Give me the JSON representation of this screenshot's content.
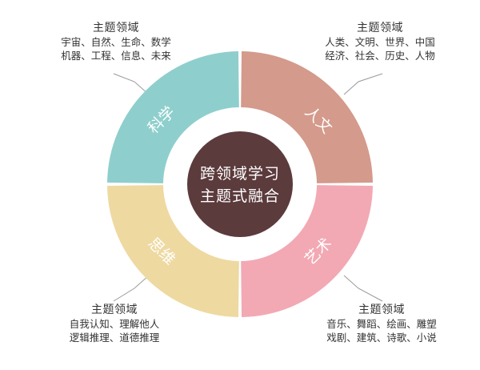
{
  "center": {
    "line1": "跨领域学习",
    "line2": "主题式融合"
  },
  "segments": {
    "science": {
      "label": "科学",
      "color": "#8ecfcd"
    },
    "humanities": {
      "label": "人文",
      "color": "#d49a8b"
    },
    "thinking": {
      "label": "思维",
      "color": "#eed9a1"
    },
    "art": {
      "label": "艺术",
      "color": "#f2a9b4"
    }
  },
  "center_color": "#5c3b3d",
  "captions": {
    "science": {
      "title": "主题领域",
      "line1": "宇宙、自然、生命、数学",
      "line2": "机器、工程、信息、未来"
    },
    "humanities": {
      "title": "主题领域",
      "line1": "人类、文明、世界、中国",
      "line2": "经济、社会、历史、人物"
    },
    "thinking": {
      "title": "主题领域",
      "line1": "自我认知、理解他人",
      "line2": "逻辑推理、道德推理"
    },
    "art": {
      "title": "主题领域",
      "line1": "音乐、舞蹈、绘画、雕塑",
      "line2": "戏剧、建筑、诗歌、小说"
    }
  }
}
